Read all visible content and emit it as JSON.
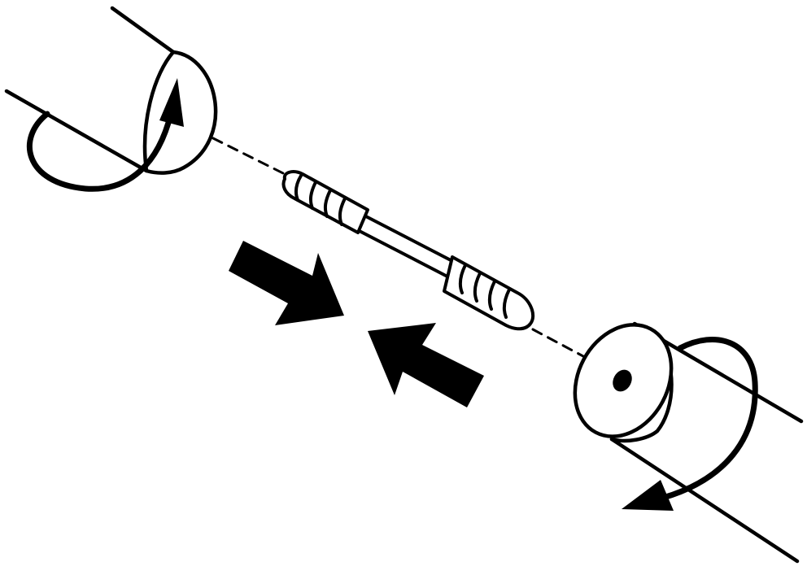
{
  "diagram": {
    "type": "assembly-instruction",
    "colors": {
      "ink": "#000000",
      "paper": "#ffffff"
    },
    "elements": [
      {
        "name": "left-knob",
        "shape": "cylinder",
        "motion": "rotate"
      },
      {
        "name": "double-ended-screw",
        "shape": "threaded-rod"
      },
      {
        "name": "right-knob",
        "shape": "cylinder-with-hole",
        "motion": "rotate"
      },
      {
        "name": "push-together-arrows",
        "shape": "block-arrows",
        "count": 2
      }
    ]
  }
}
